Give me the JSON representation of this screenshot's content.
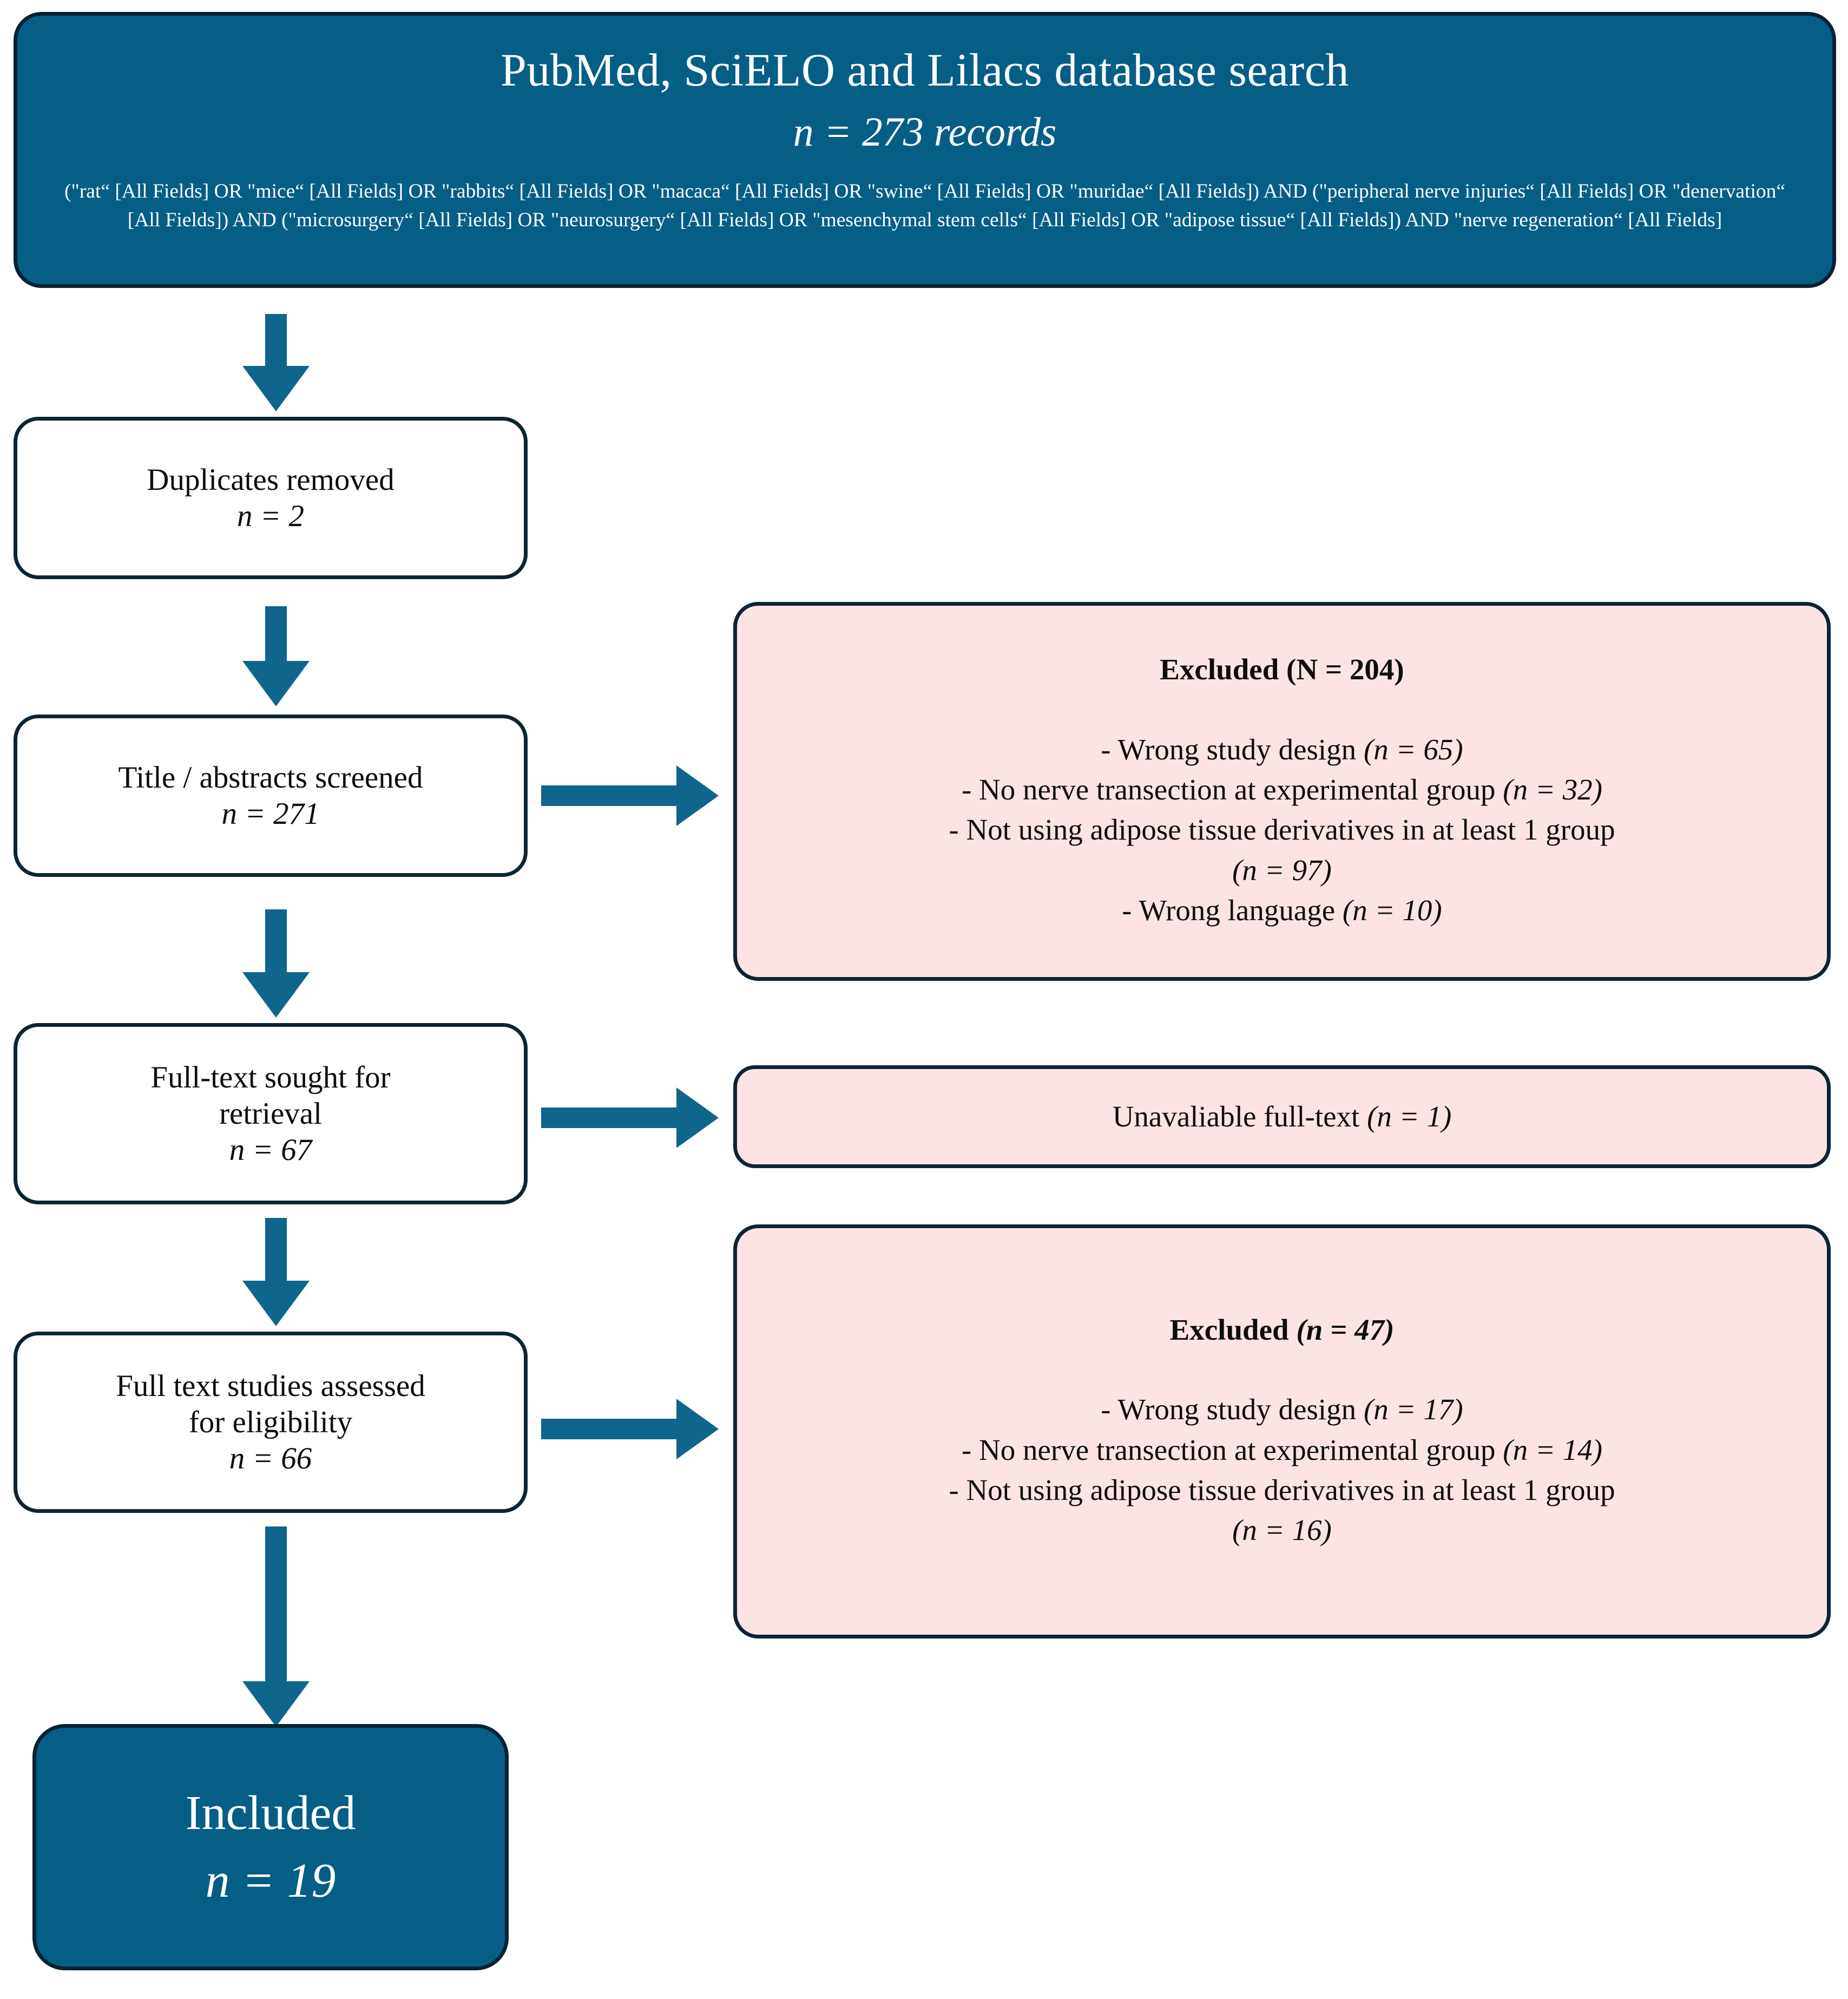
{
  "diagram": {
    "type": "prisma-flow-diagram",
    "header": {
      "title": "PubMed, SciELO and Lilacs database search",
      "count": "n = 273 records",
      "query": "(\"rat“ [All Fields] OR \"mice“ [All Fields] OR \"rabbits“ [All Fields] OR \"macaca“ [All Fields] OR \"swine“ [All Fields] OR \"muridae“ [All Fields]) AND (\"peripheral nerve injuries“ [All Fields] OR \"denervation“ [All Fields]) AND (\"microsurgery“ [All Fields] OR \"neurosurgery“ [All Fields] OR \"mesenchymal stem cells“ [All Fields] OR \"adipose tissue“ [All Fields]) AND \"nerve regeneration“ [All Fields]"
    },
    "stages": [
      {
        "id": "duplicates",
        "label": "Duplicates removed",
        "count": "n = 2"
      },
      {
        "id": "screened",
        "label": "Title / abstracts screened",
        "count": "n = 271"
      },
      {
        "id": "fulltext_sought",
        "label_line1": "Full-text sought for",
        "label_line2": "retrieval",
        "count": "n = 67"
      },
      {
        "id": "assessed",
        "label_line1": "Full text studies assessed",
        "label_line2": "for eligibility",
        "count": "n = 66"
      },
      {
        "id": "included",
        "label": "Included",
        "count": "n = 19"
      }
    ],
    "exclusions": [
      {
        "id": "excluded_screening",
        "heading_plain": "Excluded (N = 204)",
        "heading_bold": "Excluded (N = 204)",
        "reasons": [
          {
            "text": "- Wrong study design ",
            "n": "(n = 65)"
          },
          {
            "text": "- No nerve transection at experimental group ",
            "n": "(n = 32)"
          },
          {
            "text": "- Not using adipose tissue derivatives in at least 1 group",
            "n": "(n = 97)"
          },
          {
            "text": "- Wrong language ",
            "n": "(n = 10)"
          }
        ]
      },
      {
        "id": "unavailable_fulltext",
        "text": "Unavaliable full-text ",
        "n": "(n = 1)"
      },
      {
        "id": "excluded_eligibility",
        "heading_word": "Excluded ",
        "heading_n": "(n = 47)",
        "reasons": [
          {
            "text": "- Wrong study design ",
            "n": "(n = 17)"
          },
          {
            "text": "- No nerve transection at experimental group ",
            "n": "(n = 14)"
          },
          {
            "text": "- Not using adipose tissue derivatives in at least 1 group",
            "n": "(n = 16)"
          }
        ]
      }
    ],
    "colors": {
      "accent_teal": "#065E86",
      "arrow_teal": "#10658C",
      "box_border": "#0C2433",
      "exclusion_pink": "#FCE4E4",
      "text_dark": "#0D0D0D",
      "text_light": "#FFFFFF"
    }
  }
}
